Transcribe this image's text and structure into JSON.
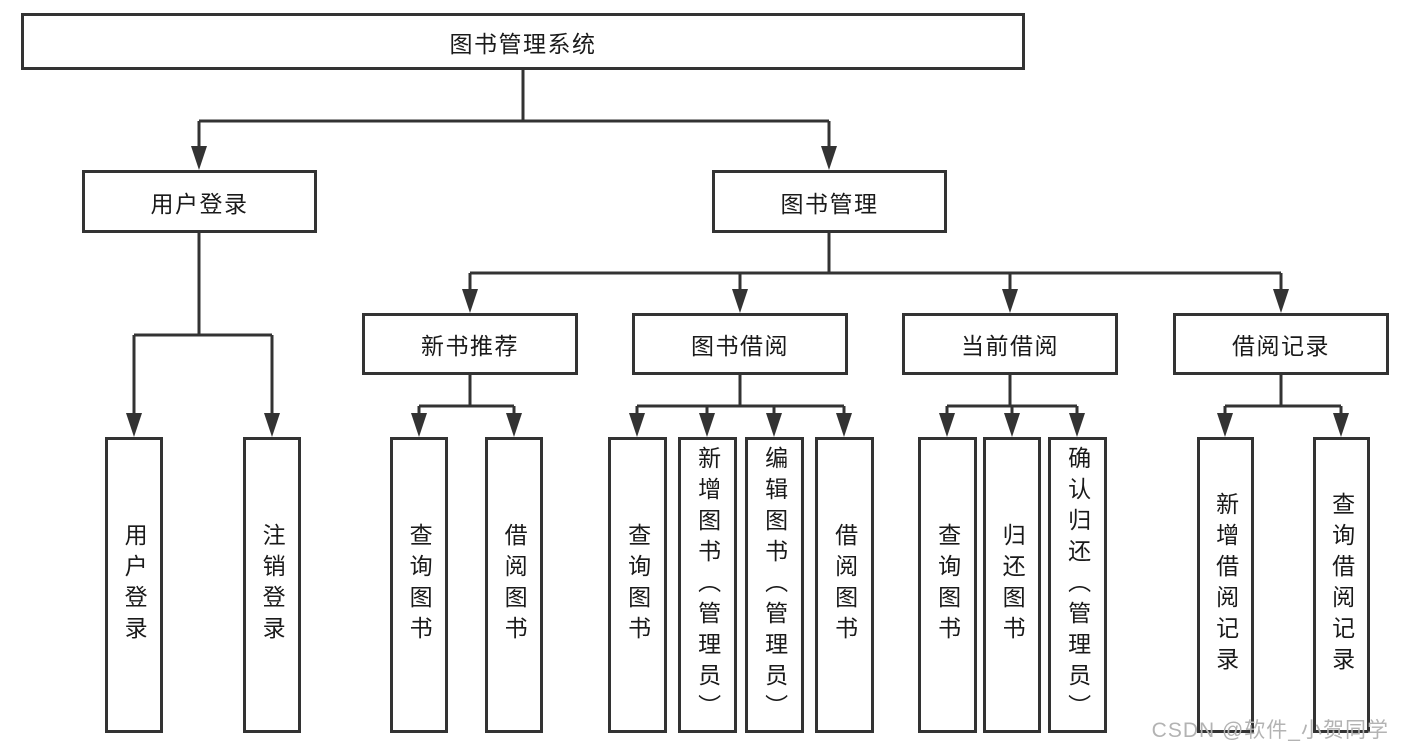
{
  "diagram_title": "图书管理系统",
  "tree": {
    "label": "图书管理系统",
    "children": [
      {
        "label": "用户登录",
        "children": [
          {
            "label": "用户登录"
          },
          {
            "label": "注销登录"
          }
        ]
      },
      {
        "label": "图书管理",
        "children": [
          {
            "label": "新书推荐",
            "children": [
              {
                "label": "查询图书"
              },
              {
                "label": "借阅图书"
              }
            ]
          },
          {
            "label": "图书借阅",
            "children": [
              {
                "label": "查询图书"
              },
              {
                "label": "新增图书（管理员）"
              },
              {
                "label": "编辑图书（管理员）"
              },
              {
                "label": "借阅图书"
              }
            ]
          },
          {
            "label": "当前借阅",
            "children": [
              {
                "label": "查询图书"
              },
              {
                "label": "归还图书"
              },
              {
                "label": "确认归还（管理员）"
              }
            ]
          },
          {
            "label": "借阅记录",
            "children": [
              {
                "label": "新增借阅记录"
              },
              {
                "label": "查询借阅记录"
              }
            ]
          }
        ]
      }
    ]
  },
  "watermark": {
    "text": "CSDN @软件_小贺同学"
  },
  "colors": {
    "background": "#ffffff",
    "box_border": "#333333",
    "connector_line": "#333333",
    "text": "#1a1a1a",
    "watermark": "#b3b3b3"
  }
}
